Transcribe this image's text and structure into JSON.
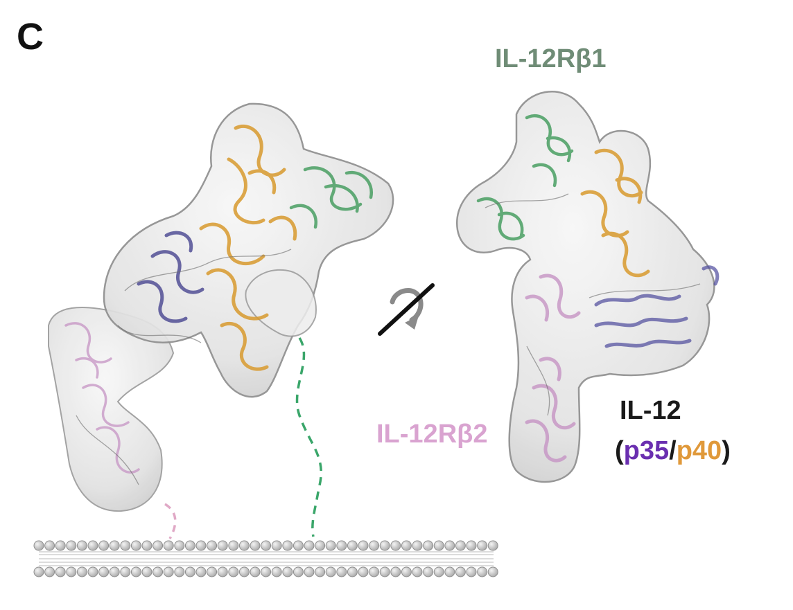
{
  "figure": {
    "panel_letter": "C",
    "labels": {
      "il12rb1": {
        "text": "IL-12Rβ1",
        "color": "#6f8c76"
      },
      "il12rb2": {
        "text": "IL-12Rβ2",
        "color": "#d9a3d0"
      },
      "il12": {
        "text": "IL-12",
        "color": "#1a1a1a"
      },
      "subunits": {
        "open": "(",
        "p35": "p35",
        "slash": "/",
        "p40": "p40",
        "close": ")",
        "p35_color": "#6a2fb0",
        "p40_color": "#e0993a",
        "paren_color": "#1a1a1a"
      }
    },
    "colors": {
      "density_surface": "#e6e6e6",
      "density_edge": "#8f8f8f",
      "il12rb1_chain": "#3f9a5a",
      "il12rb2_chain": "#cf96cc",
      "p35_chain": "#3d3a8a",
      "p40_chain": "#d89a2e",
      "membrane_bead": "#cfcfcf",
      "tether_green": "#3aa66a",
      "tether_pink": "#e0a9c6"
    },
    "icons": {
      "rotation": "rotation-arrow-icon"
    }
  }
}
